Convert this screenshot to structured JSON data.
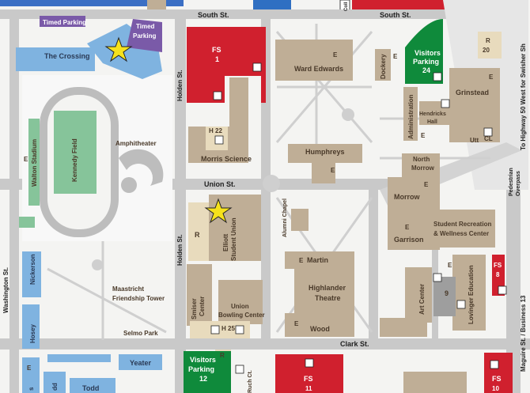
{
  "roads": {
    "south_st_left": "South St.",
    "south_st_right": "South St.",
    "union_st": "Union St.",
    "clark_st": "Clark St.",
    "holden_st_top": "Holden St.",
    "holden_st_bottom": "Holden St.",
    "washington_st": "Washington St.",
    "highway": "To Highway 50 West for Swisher Sh",
    "maguire": "Maguire St. / Business 13",
    "pedestrian_overpass": [
      "Pedestrian",
      "Overpass"
    ],
    "college": "Coll"
  },
  "parking": {
    "timed_parking_1": "Timed Parking",
    "timed_parking_2": [
      "Timed",
      "Parking"
    ],
    "fs1": [
      "FS",
      "1"
    ],
    "fs8": [
      "FS",
      "8"
    ],
    "fs10": [
      "FS",
      "10"
    ],
    "fs11": [
      "FS",
      "11"
    ],
    "visitors24": [
      "Visitors",
      "Parking",
      "24"
    ],
    "visitors12": [
      "Visitors",
      "Parking",
      "12"
    ],
    "r20": [
      "R",
      "20"
    ],
    "h22": "H 22",
    "h25": "H 25",
    "r_union": "R",
    "r_bottom": "R"
  },
  "buildings": {
    "the_crossing": "The Crossing",
    "walton_stadium": "Walton Stadium",
    "kennedy_field": "Kennedy Field",
    "amphitheater": "Amphitheater",
    "nickerson": "Nickerson",
    "maastricht": [
      "Maastricht",
      "Friendship Tower"
    ],
    "selmo_park": "Selmo Park",
    "hosey": "Hosey",
    "todd": "Todd",
    "yeater": "Yeater",
    "ward_edwards": "Ward Edwards",
    "dockery": "Dockery",
    "grinstead": "Grinstead",
    "hendricks": [
      "Hendricks",
      "Hall"
    ],
    "administration": "Administration",
    "morris_science": "Morris Science",
    "humphreys": "Humphreys",
    "north_morrow": [
      "North",
      "Morrow"
    ],
    "morrow": "Morrow",
    "garrison": "Garrison",
    "student_rec": [
      "Student Recreation",
      "& Wellness Center"
    ],
    "elliott": [
      "Elliott",
      "Student Union"
    ],
    "alumni_chapel": "Alumni Chapel",
    "martin": "Martin",
    "highlander": [
      "Highlander",
      "Theatre"
    ],
    "wood": "Wood",
    "art_center": "Art Center",
    "lovinger": "Lovinger Education",
    "smiser": [
      "Smiser",
      "Center"
    ],
    "union_bowling": [
      "Union",
      "Bowling Center"
    ],
    "utt": "Utt",
    "cl": "CL",
    "nine": "9",
    "todd_pre": "s",
    "todd_pre2": "dd",
    "ruch": "Ruch Ct."
  },
  "markers": {
    "entrance": "E"
  },
  "colors": {
    "building": "#bfae96",
    "red_lot": "#d0202e",
    "green_lot": "#0f8a3b",
    "purple_lot": "#7a5aa8",
    "blue_bldg": "#7fb3e0",
    "field_green": "#86c49a",
    "road_gray": "#b8b8b8",
    "sand": "#e8dbbd"
  }
}
